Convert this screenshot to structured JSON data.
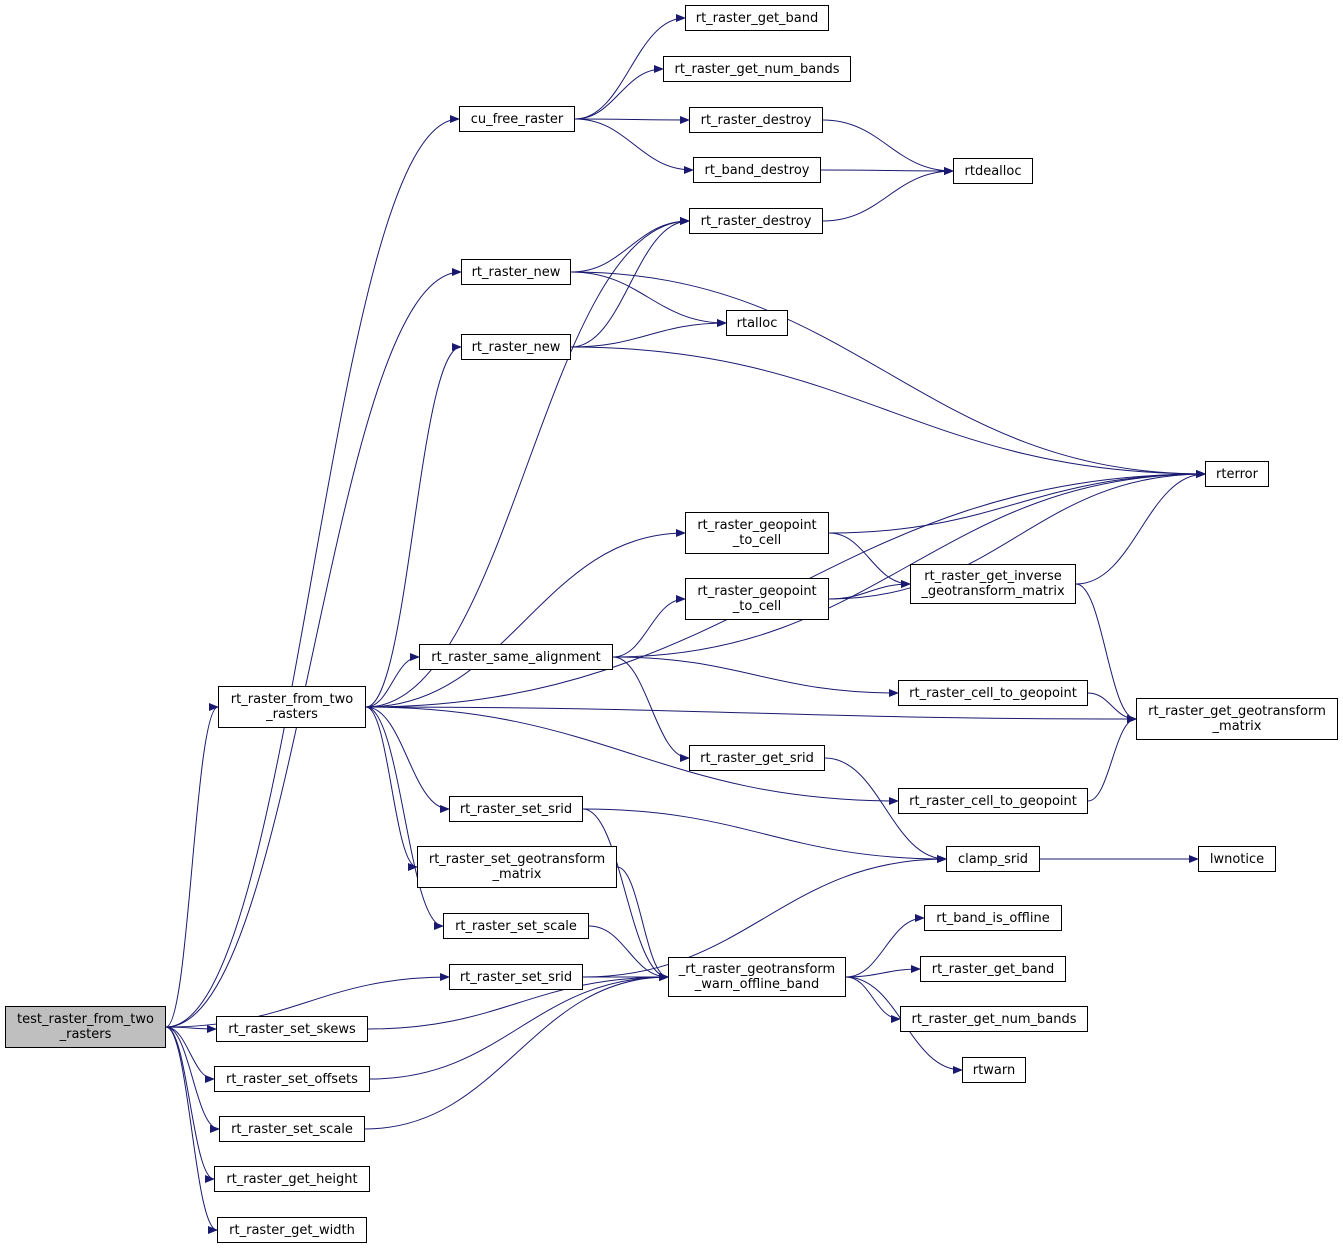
{
  "graph": {
    "edge_color": "#191970",
    "root_fill": "#bfbfbf",
    "node_fill": "#ffffff",
    "nodes": [
      {
        "id": "test_root",
        "label": "test_raster_from_two\n_rasters",
        "root": true
      },
      {
        "id": "from_two",
        "label": "rt_raster_from_two\n_rasters"
      },
      {
        "id": "cu_free",
        "label": "cu_free_raster"
      },
      {
        "id": "get_band_top",
        "label": "rt_raster_get_band"
      },
      {
        "id": "num_bands_top",
        "label": "rt_raster_get_num_bands"
      },
      {
        "id": "destroy1",
        "label": "rt_raster_destroy"
      },
      {
        "id": "band_destroy",
        "label": "rt_band_destroy"
      },
      {
        "id": "rtdealloc",
        "label": "rtdealloc"
      },
      {
        "id": "destroy2",
        "label": "rt_raster_destroy"
      },
      {
        "id": "new1",
        "label": "rt_raster_new"
      },
      {
        "id": "new2",
        "label": "rt_raster_new"
      },
      {
        "id": "rtalloc",
        "label": "rtalloc"
      },
      {
        "id": "rterror",
        "label": "rterror"
      },
      {
        "id": "geo2cell1",
        "label": "rt_raster_geopoint\n_to_cell"
      },
      {
        "id": "geo2cell2",
        "label": "rt_raster_geopoint\n_to_cell"
      },
      {
        "id": "inv_geo",
        "label": "rt_raster_get_inverse\n_geotransform_matrix"
      },
      {
        "id": "same_align",
        "label": "rt_raster_same_alignment"
      },
      {
        "id": "cell2geo1",
        "label": "rt_raster_cell_to_geopoint"
      },
      {
        "id": "get_geo",
        "label": "rt_raster_get_geotransform\n_matrix"
      },
      {
        "id": "get_srid",
        "label": "rt_raster_get_srid"
      },
      {
        "id": "cell2geo2",
        "label": "rt_raster_cell_to_geopoint"
      },
      {
        "id": "set_srid1",
        "label": "rt_raster_set_srid"
      },
      {
        "id": "clamp_srid",
        "label": "clamp_srid"
      },
      {
        "id": "lwnotice",
        "label": "lwnotice"
      },
      {
        "id": "set_geo",
        "label": "rt_raster_set_geotransform\n_matrix"
      },
      {
        "id": "set_scale1",
        "label": "rt_raster_set_scale"
      },
      {
        "id": "band_offline",
        "label": "rt_band_is_offline"
      },
      {
        "id": "warn",
        "label": "_rt_raster_geotransform\n_warn_offline_band"
      },
      {
        "id": "set_srid2",
        "label": "rt_raster_set_srid"
      },
      {
        "id": "get_band_bot",
        "label": "rt_raster_get_band"
      },
      {
        "id": "num_bands_bot",
        "label": "rt_raster_get_num_bands"
      },
      {
        "id": "set_skews",
        "label": "rt_raster_set_skews"
      },
      {
        "id": "set_offsets",
        "label": "rt_raster_set_offsets"
      },
      {
        "id": "rtwarn",
        "label": "rtwarn"
      },
      {
        "id": "set_scale2",
        "label": "rt_raster_set_scale"
      },
      {
        "id": "get_height",
        "label": "rt_raster_get_height"
      },
      {
        "id": "get_width",
        "label": "rt_raster_get_width"
      }
    ],
    "edges": [
      {
        "from": "test_root",
        "to": "cu_free"
      },
      {
        "from": "test_root",
        "to": "new1"
      },
      {
        "from": "test_root",
        "to": "from_two"
      },
      {
        "from": "test_root",
        "to": "set_srid2"
      },
      {
        "from": "test_root",
        "to": "set_skews"
      },
      {
        "from": "test_root",
        "to": "set_offsets"
      },
      {
        "from": "test_root",
        "to": "set_scale2"
      },
      {
        "from": "test_root",
        "to": "get_height"
      },
      {
        "from": "test_root",
        "to": "get_width"
      },
      {
        "from": "cu_free",
        "to": "get_band_top"
      },
      {
        "from": "cu_free",
        "to": "num_bands_top"
      },
      {
        "from": "cu_free",
        "to": "destroy1"
      },
      {
        "from": "cu_free",
        "to": "band_destroy"
      },
      {
        "from": "destroy1",
        "to": "rtdealloc"
      },
      {
        "from": "band_destroy",
        "to": "rtdealloc"
      },
      {
        "from": "destroy2",
        "to": "rtdealloc"
      },
      {
        "from": "new1",
        "to": "destroy2"
      },
      {
        "from": "new1",
        "to": "rtalloc"
      },
      {
        "from": "new1",
        "to": "rterror"
      },
      {
        "from": "new2",
        "to": "destroy2"
      },
      {
        "from": "new2",
        "to": "rtalloc"
      },
      {
        "from": "new2",
        "to": "rterror"
      },
      {
        "from": "from_two",
        "to": "destroy2"
      },
      {
        "from": "from_two",
        "to": "new2"
      },
      {
        "from": "from_two",
        "to": "rterror"
      },
      {
        "from": "from_two",
        "to": "geo2cell1"
      },
      {
        "from": "from_two",
        "to": "same_align"
      },
      {
        "from": "from_two",
        "to": "get_geo"
      },
      {
        "from": "from_two",
        "to": "cell2geo2"
      },
      {
        "from": "from_two",
        "to": "set_srid1"
      },
      {
        "from": "from_two",
        "to": "set_geo"
      },
      {
        "from": "from_two",
        "to": "set_scale1"
      },
      {
        "from": "geo2cell1",
        "to": "rterror"
      },
      {
        "from": "geo2cell1",
        "to": "inv_geo"
      },
      {
        "from": "geo2cell2",
        "to": "inv_geo"
      },
      {
        "from": "geo2cell2",
        "to": "rterror"
      },
      {
        "from": "inv_geo",
        "to": "rterror"
      },
      {
        "from": "inv_geo",
        "to": "get_geo"
      },
      {
        "from": "same_align",
        "to": "rterror"
      },
      {
        "from": "same_align",
        "to": "geo2cell2"
      },
      {
        "from": "same_align",
        "to": "cell2geo1"
      },
      {
        "from": "same_align",
        "to": "get_srid"
      },
      {
        "from": "cell2geo1",
        "to": "get_geo"
      },
      {
        "from": "cell2geo2",
        "to": "get_geo"
      },
      {
        "from": "get_srid",
        "to": "clamp_srid"
      },
      {
        "from": "set_srid1",
        "to": "clamp_srid"
      },
      {
        "from": "set_srid1",
        "to": "warn"
      },
      {
        "from": "set_srid2",
        "to": "clamp_srid"
      },
      {
        "from": "set_srid2",
        "to": "warn"
      },
      {
        "from": "clamp_srid",
        "to": "lwnotice"
      },
      {
        "from": "set_geo",
        "to": "warn"
      },
      {
        "from": "set_scale1",
        "to": "warn"
      },
      {
        "from": "set_skews",
        "to": "warn"
      },
      {
        "from": "set_offsets",
        "to": "warn"
      },
      {
        "from": "set_scale2",
        "to": "warn"
      },
      {
        "from": "warn",
        "to": "band_offline"
      },
      {
        "from": "warn",
        "to": "get_band_bot"
      },
      {
        "from": "warn",
        "to": "num_bands_bot"
      },
      {
        "from": "warn",
        "to": "rtwarn"
      }
    ]
  }
}
